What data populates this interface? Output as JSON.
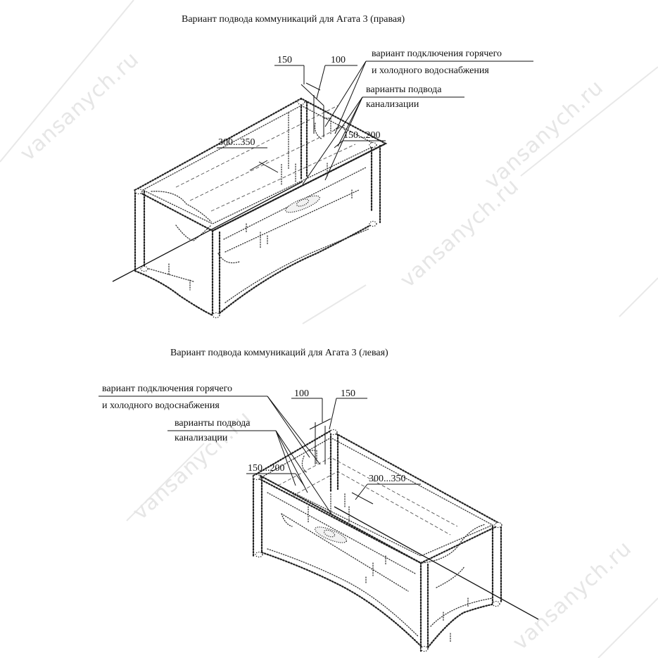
{
  "watermark": {
    "text": "vansanych.ru"
  },
  "top_view": {
    "title": "Вариант подвода коммуникаций для Агата 3 (правая)",
    "label_water_line1": "вариант подключения горячего",
    "label_water_line2": "и холодного водоснабжения",
    "label_sewer_line1": "варианты подвода",
    "label_sewer_line2": "канализации",
    "dim_150": "150",
    "dim_100": "100",
    "dim_300_350": "300...350",
    "dim_150_200": "150...200"
  },
  "bottom_view": {
    "title": "Вариант подвода коммуникаций для Агата 3 (левая)",
    "label_water_line1": "вариант подключения горячего",
    "label_water_line2": "и холодного водоснабжения",
    "label_sewer_line1": "варианты подвода",
    "label_sewer_line2": "канализации",
    "dim_100": "100",
    "dim_150": "150",
    "dim_150_200": "150...200",
    "dim_300_350": "300...350"
  }
}
